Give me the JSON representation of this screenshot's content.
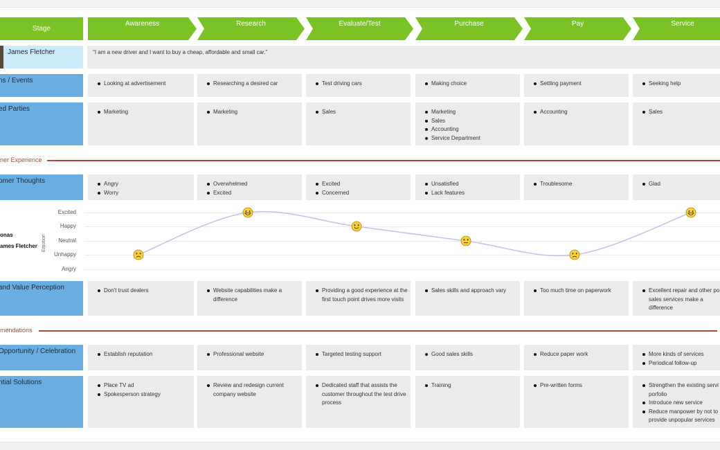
{
  "stage_label": "Stage",
  "stages": [
    "Awareness",
    "Research",
    "Evaluate/Test",
    "Purchase",
    "Pay",
    "Service"
  ],
  "persona": {
    "name": "James Fletcher",
    "quote": "\"I am a new driver and I want to buy a cheap, affordable and small car.\""
  },
  "rows": {
    "actions": {
      "label": "ns / Events",
      "cells": [
        [
          "Looking at advertisement"
        ],
        [
          "Researching a desired car"
        ],
        [
          "Test driving cars"
        ],
        [
          "Making choice"
        ],
        [
          "Settling payment"
        ],
        [
          "Seeking help"
        ]
      ]
    },
    "parties": {
      "label": "ed Parties",
      "cells": [
        [
          "Marketing"
        ],
        [
          "Marketing"
        ],
        [
          "Sales"
        ],
        [
          "Marketing",
          "Sales",
          "Accounting",
          "Service Department"
        ],
        [
          "Accounting"
        ],
        [
          "Sales"
        ]
      ]
    },
    "thoughts": {
      "label": "omer Thoughts",
      "cells": [
        [
          "Angry",
          "Worry"
        ],
        [
          "Overwhelmed",
          "Excited"
        ],
        [
          "Excited",
          "Concerned"
        ],
        [
          "Unsatisfied",
          "Lack features"
        ],
        [
          "Troublesome"
        ],
        [
          "Glad"
        ]
      ]
    },
    "perception": {
      "label": "and Value Perception",
      "cells": [
        [
          "Don't trust dealers"
        ],
        [
          "Website capabilities make a difference"
        ],
        [
          "Providing a good experience at the first touch point drives more visits"
        ],
        [
          "Sales skills and approach vary"
        ],
        [
          "Too much time on paperwork"
        ],
        [
          "Excellent repair and other po sales services make a difference"
        ]
      ]
    },
    "opportunity": {
      "label": "Opportunity / Celebration",
      "cells": [
        [
          "Establish reputation"
        ],
        [
          "Professional website"
        ],
        [
          "Targeted testing support"
        ],
        [
          "Good sales skills"
        ],
        [
          "Reduce paper work"
        ],
        [
          "More kinds of services",
          "Periodical follow-up"
        ]
      ]
    },
    "solutions": {
      "label": "ntial Solutions",
      "cells": [
        [
          "Place TV ad",
          "Spokesperson strategy"
        ],
        [
          "Review and redesign current company website"
        ],
        [
          "Dedicated staff that assists the customer throughout the test drive process"
        ],
        [
          "Training"
        ],
        [
          "Pre-written forms"
        ],
        [
          "Strengthen the existing servi porfolio",
          "Introduce new service",
          "Reduce manpower by not to provide unpopular services"
        ]
      ]
    }
  },
  "sections": {
    "experience": "ner Experience",
    "recommendations": "mendations"
  },
  "emotion": {
    "personas_label": "onas",
    "persona_name": "ames Fletcher",
    "axis_title": "Emotion",
    "levels": [
      "Excited",
      "Happy",
      "Neutral",
      "Unhappy",
      "Angry"
    ],
    "points": [
      {
        "stage": "Awareness",
        "level": "Unhappy",
        "face": "sad"
      },
      {
        "stage": "Research",
        "level": "Excited",
        "face": "grin"
      },
      {
        "stage": "Evaluate/Test",
        "level": "Happy",
        "face": "smile"
      },
      {
        "stage": "Purchase",
        "level": "Neutral",
        "face": "neutral"
      },
      {
        "stage": "Pay",
        "level": "Unhappy",
        "face": "sad"
      },
      {
        "stage": "Service",
        "level": "Excited",
        "face": "grin"
      }
    ],
    "colors": {
      "curve": "#c6bff0",
      "face": "#f7d23e",
      "face_stroke": "#b08a00"
    }
  },
  "colors": {
    "stage_green": "#7bc225",
    "label_blue": "#6aaee1",
    "section_red": "#b0483e"
  }
}
